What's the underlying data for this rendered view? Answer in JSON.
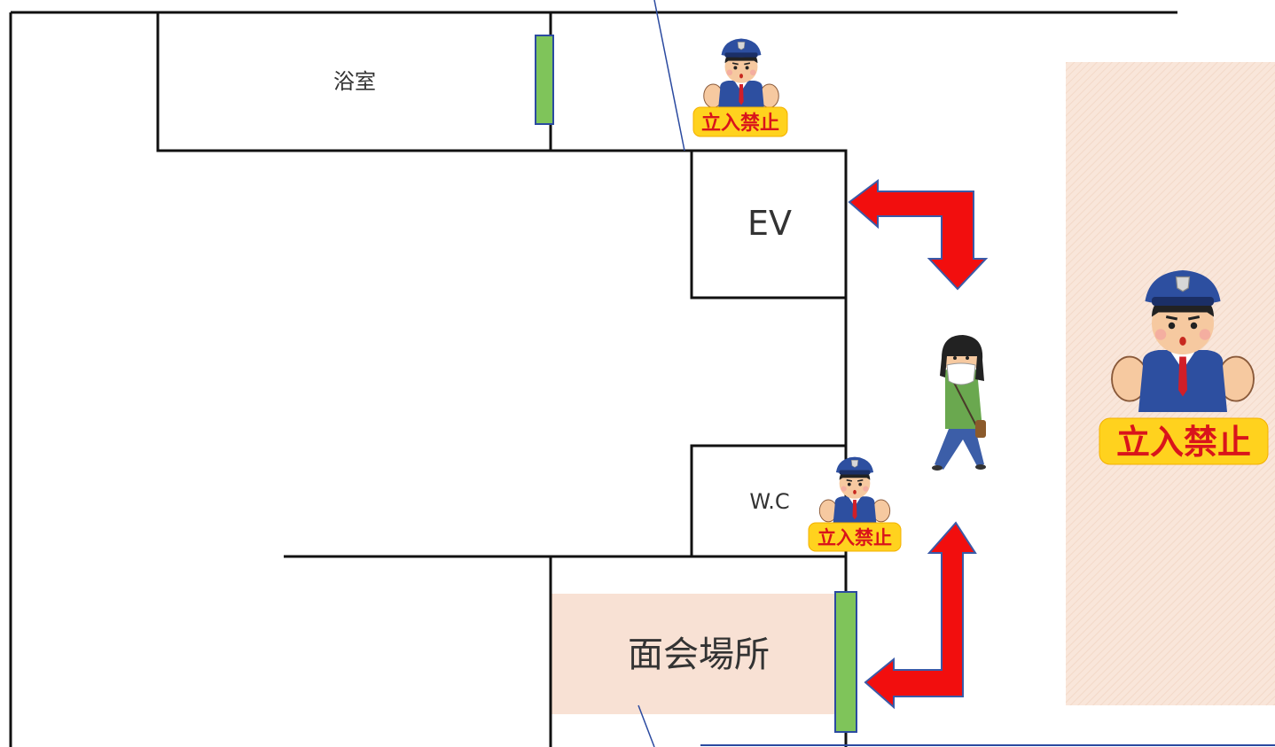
{
  "rooms": {
    "bathroom": "浴室",
    "elevator": "EV",
    "toilet": "W.C",
    "meeting_area": "面会場所"
  },
  "no_entry_signs": [
    {
      "id": "top",
      "text": "立入禁止"
    },
    {
      "id": "wc",
      "text": "立入禁止"
    },
    {
      "id": "right",
      "text": "立入禁止"
    }
  ],
  "colors": {
    "wall": "#111111",
    "door": "#7fc45a",
    "arrow": "#f20e0e",
    "arrow_outline": "#3a5aa8",
    "restricted_zone": "#f9e6da",
    "meeting_zone": "#f8e1d4",
    "sign_bg": "#ffd21e",
    "sign_text": "#d9141b",
    "guard_uniform": "#2d4fa0",
    "visitor_top": "#6aa84f",
    "visitor_pants": "#3c5ea8"
  },
  "icons": [
    "security-guard-icon",
    "masked-visitor-icon",
    "red-arrow-icon",
    "door-icon"
  ]
}
